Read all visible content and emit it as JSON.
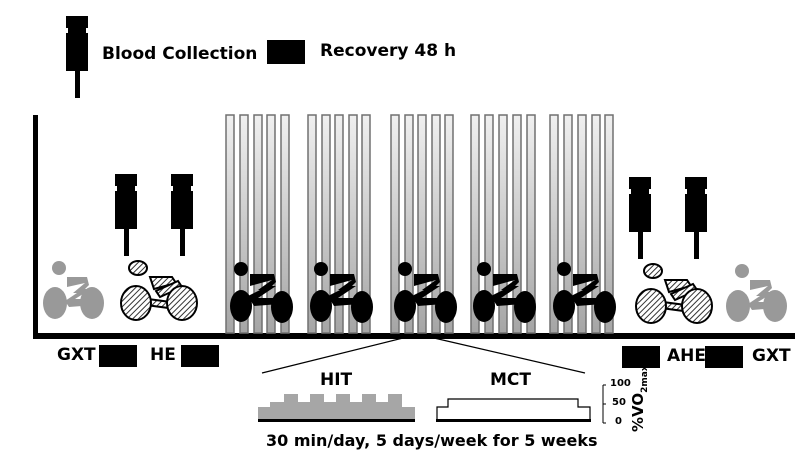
{
  "legend": {
    "blood_collection_label": "Blood Collection",
    "recovery_label": "Recovery 48 h",
    "blood_collection_icon": "syringe-icon",
    "recovery_icon": "black-rectangle-icon"
  },
  "sequence": {
    "left_labels": [
      "GXT",
      "HE"
    ],
    "right_labels": [
      "AHE",
      "GXT"
    ],
    "cyclists": [
      {
        "position": "start",
        "style": "gray",
        "meaning": "GXT"
      },
      {
        "position": "pre-training",
        "style": "hatched",
        "meaning": "HE"
      },
      {
        "position": "training-week-1",
        "style": "black"
      },
      {
        "position": "training-week-2",
        "style": "black"
      },
      {
        "position": "training-week-3",
        "style": "black"
      },
      {
        "position": "training-week-4",
        "style": "black"
      },
      {
        "position": "training-week-5",
        "style": "black"
      },
      {
        "position": "post-training",
        "style": "hatched",
        "meaning": "AHE"
      },
      {
        "position": "end",
        "style": "gray",
        "meaning": "GXT"
      }
    ],
    "training_weeks": 5,
    "sessions_per_week": 5
  },
  "protocols": {
    "hit_label": "HIT",
    "mct_label": "MCT",
    "y_axis_label": "%VO",
    "y_axis_sub": "2max",
    "y_ticks": [
      "100",
      "50",
      "0"
    ],
    "footer": "30 min/day, 5 days/week for 5 weeks"
  },
  "colors": {
    "black": "#000000",
    "gray_cyclist": "#999999",
    "hit_profile": "#a6a6a6",
    "bar_fill_light": "#eeeeee",
    "bar_fill_dark": "#a8a8a8",
    "bar_border": "#707070"
  }
}
